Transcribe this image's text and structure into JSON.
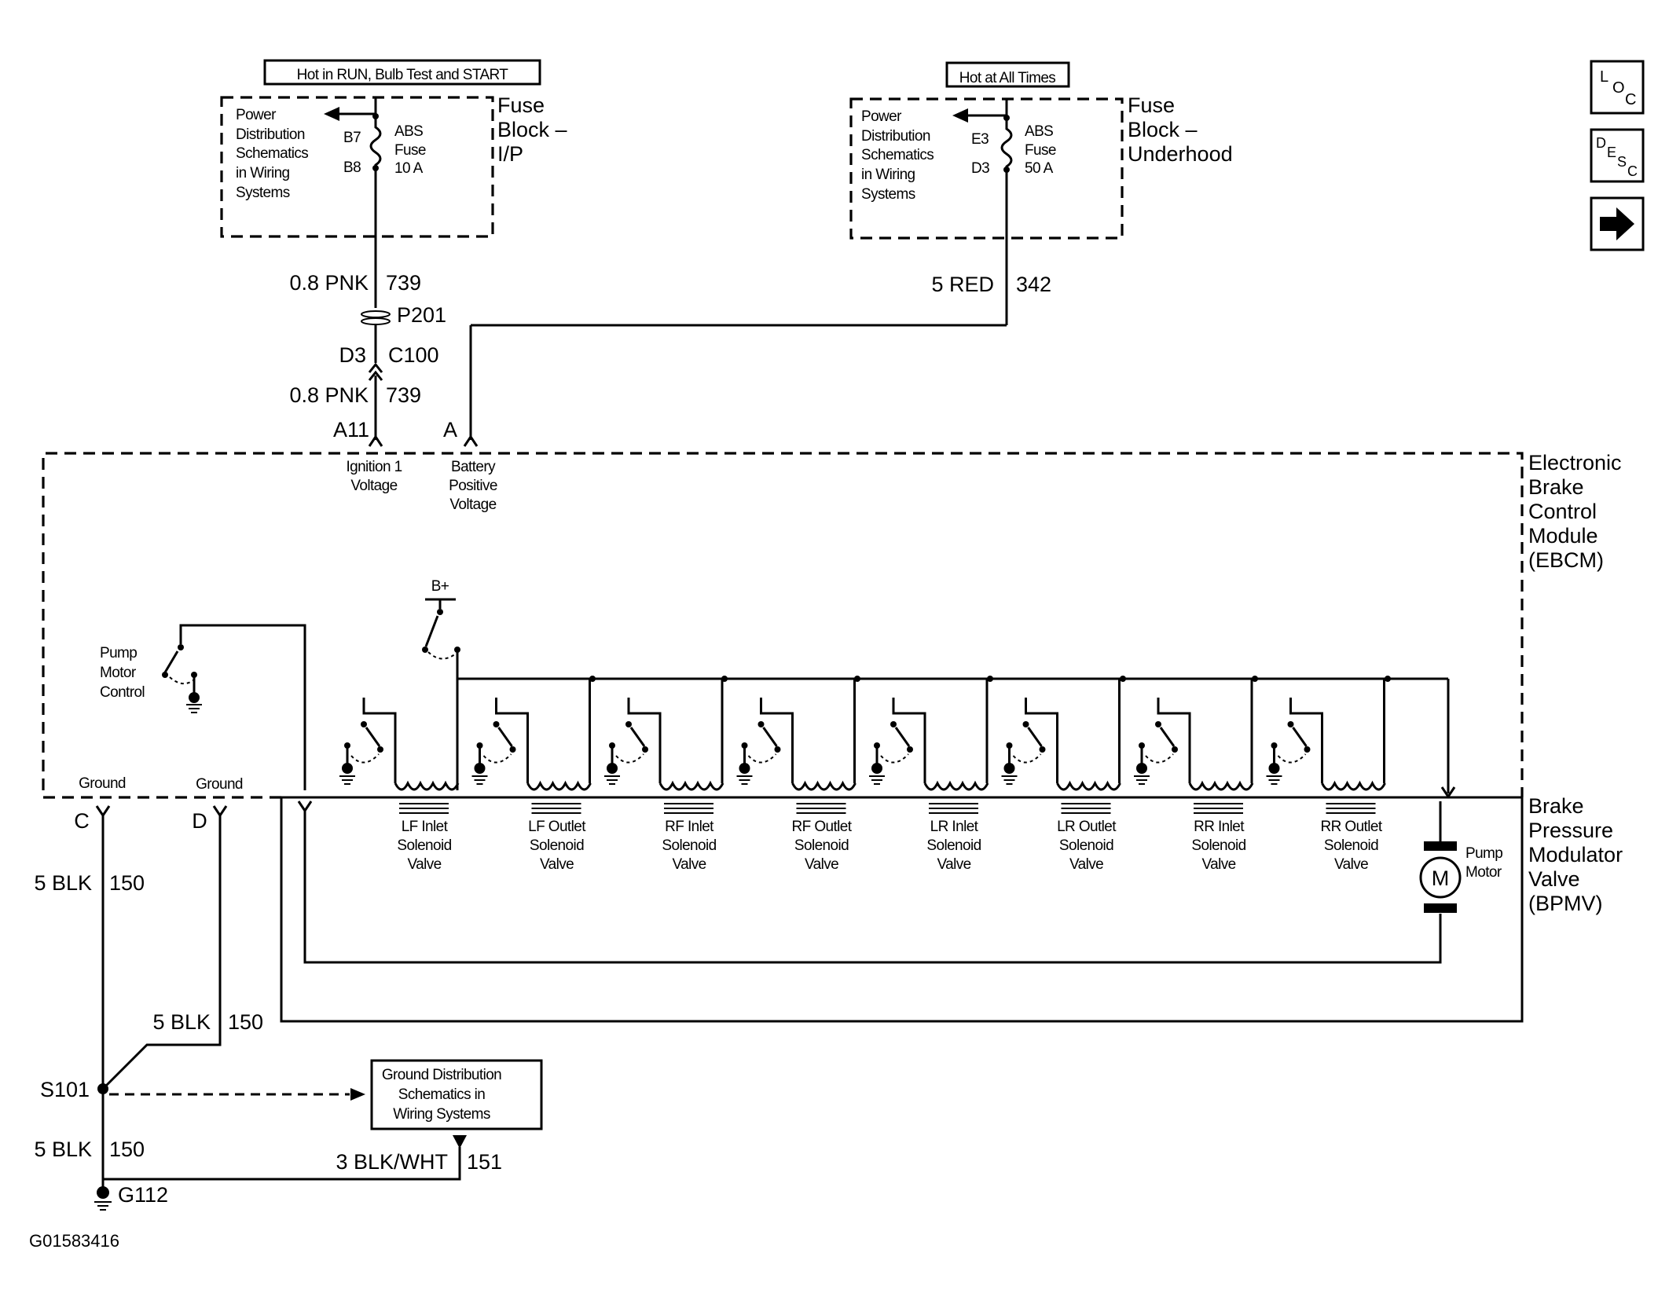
{
  "fuse_ip": {
    "header": "Hot in RUN, Bulb Test and START",
    "power_dist": [
      "Power",
      "Distribution",
      "Schematics",
      "in Wiring",
      "Systems"
    ],
    "pin_top": "B7",
    "pin_bottom": "B8",
    "fuse": [
      "ABS",
      "Fuse",
      "10 A"
    ],
    "block": [
      "Fuse",
      "Block –",
      "I/P"
    ]
  },
  "fuse_uh": {
    "header": "Hot at All Times",
    "power_dist": [
      "Power",
      "Distribution",
      "Schematics",
      "in Wiring",
      "Systems"
    ],
    "pin_top": "E3",
    "pin_bottom": "D3",
    "fuse": [
      "ABS",
      "Fuse",
      "50 A"
    ],
    "block": [
      "Fuse",
      "Block –",
      "Underhood"
    ]
  },
  "wires": {
    "ign_top": {
      "size_color": "0.8 PNK",
      "circuit": "739"
    },
    "ign_bottom": {
      "size_color": "0.8 PNK",
      "circuit": "739"
    },
    "batt": {
      "size_color": "5 RED",
      "circuit": "342"
    },
    "ground_c": {
      "size_color": "5 BLK",
      "circuit": "150"
    },
    "ground_d": {
      "size_color": "5 BLK",
      "circuit": "150"
    },
    "ground_s101": {
      "size_color": "5 BLK",
      "circuit": "150"
    },
    "ground_151": {
      "size_color": "3 BLK/WHT",
      "circuit": "151"
    }
  },
  "connectors": {
    "p201": "P201",
    "c100_pin": "D3",
    "c100": "C100",
    "pin_a11": "A11",
    "pin_a": "A",
    "pin_c": "C",
    "pin_d": "D"
  },
  "ebcm": {
    "name": [
      "Electronic",
      "Brake",
      "Control",
      "Module",
      "(EBCM)"
    ],
    "ign_label": [
      "Ignition 1",
      "Voltage"
    ],
    "batt_label": [
      "Battery",
      "Positive",
      "Voltage"
    ],
    "pump_ctrl": [
      "Pump",
      "Motor",
      "Control"
    ],
    "bplus": "B+",
    "ground1": "Ground",
    "ground2": "Ground"
  },
  "bpmv": {
    "name": [
      "Brake",
      "Pressure",
      "Modulator",
      "Valve",
      "(BPMV)"
    ],
    "valves": [
      [
        "LF Inlet",
        "Solenoid",
        "Valve"
      ],
      [
        "LF Outlet",
        "Solenoid",
        "Valve"
      ],
      [
        "RF Inlet",
        "Solenoid",
        "Valve"
      ],
      [
        "RF Outlet",
        "Solenoid",
        "Valve"
      ],
      [
        "LR Inlet",
        "Solenoid",
        "Valve"
      ],
      [
        "LR Outlet",
        "Solenoid",
        "Valve"
      ],
      [
        "RR Inlet",
        "Solenoid",
        "Valve"
      ],
      [
        "RR Outlet",
        "Solenoid",
        "Valve"
      ]
    ],
    "pump_motor": [
      "Pump",
      "Motor"
    ],
    "motor_symbol": "M"
  },
  "grounds": {
    "s101": "S101",
    "g112": "G112",
    "ground_dist": [
      "Ground Distribution",
      "Schematics in",
      "Wiring Systems"
    ]
  },
  "nav": {
    "loc": [
      "L",
      "O",
      "C"
    ],
    "desc": [
      "D",
      "E",
      "S",
      "C"
    ],
    "next_icon": "right-arrow-icon"
  },
  "figure_id": "G01583416"
}
